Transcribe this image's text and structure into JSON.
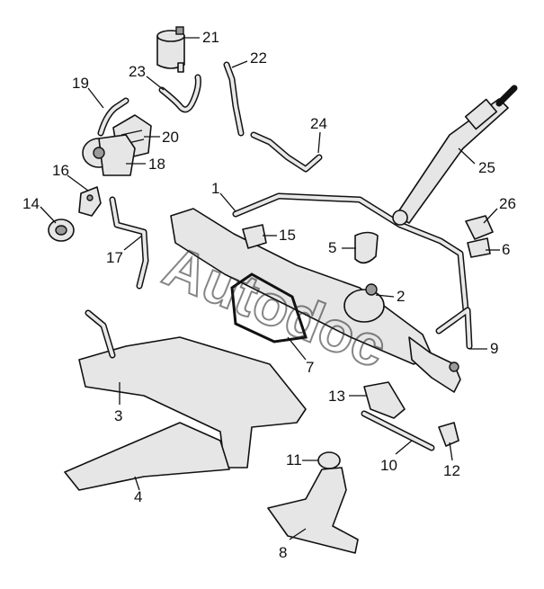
{
  "callouts": {
    "c1": "1",
    "c2": "2",
    "c3": "3",
    "c4": "4",
    "c5": "5",
    "c6": "6",
    "c7": "7",
    "c8": "8",
    "c9": "9",
    "c10": "10",
    "c11": "11",
    "c12": "12",
    "c13": "13",
    "c14": "14",
    "c15": "15",
    "c16": "16",
    "c17": "17",
    "c18": "18",
    "c19": "19",
    "c20": "20",
    "c21": "21",
    "c22": "22",
    "c23": "23",
    "c24": "24",
    "c25": "25",
    "c26": "26"
  },
  "watermark": "Autodoc"
}
